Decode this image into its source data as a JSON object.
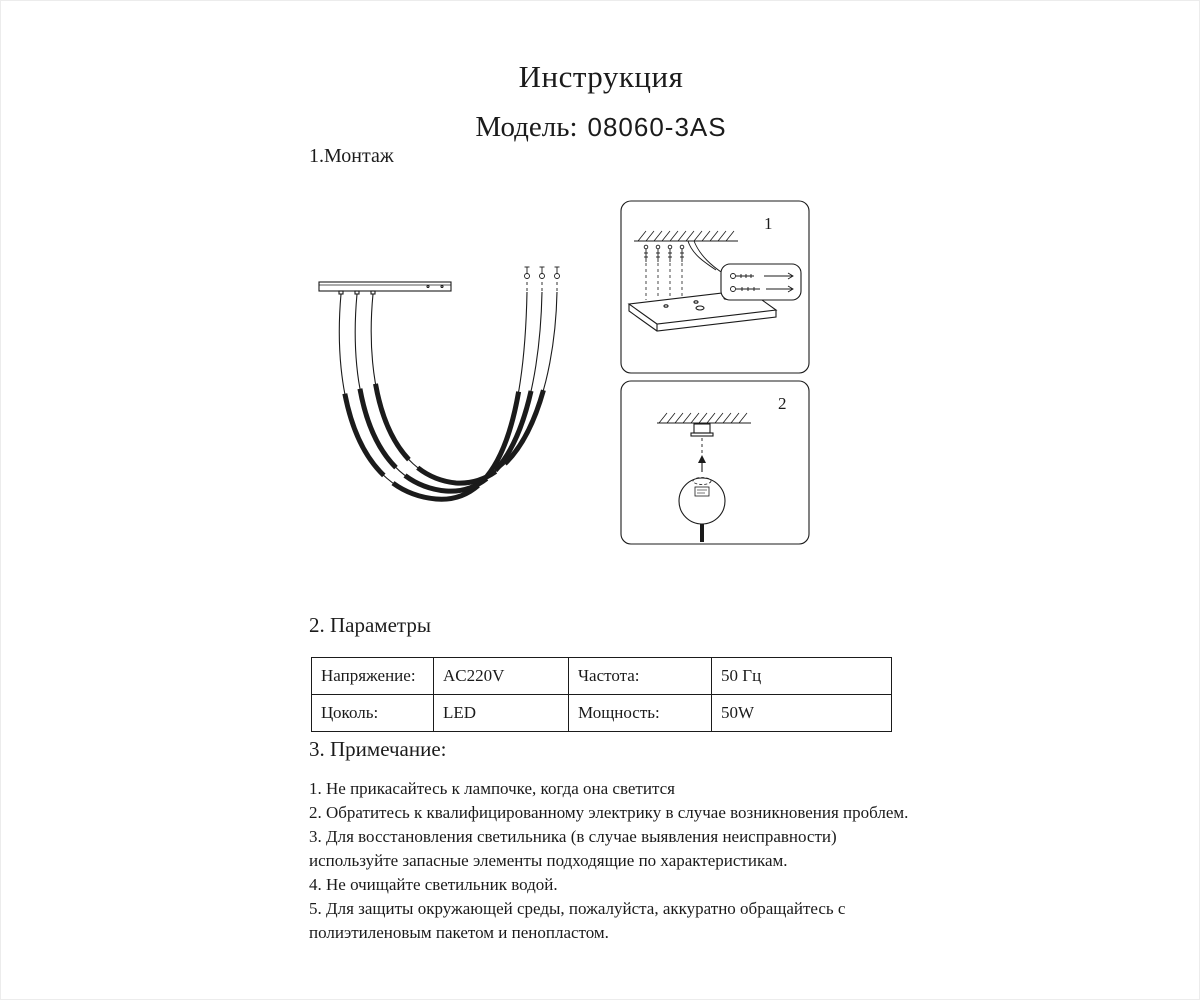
{
  "header": {
    "title": "Инструкция",
    "model_label": "Модель:",
    "model_value": "08060-3AS"
  },
  "sections": {
    "montage_heading": "1.Монтаж",
    "params_heading": "2. Параметры",
    "notes_heading": "3. Примечание:"
  },
  "diagram": {
    "step1_number": "1",
    "step2_number": "2"
  },
  "params_table": {
    "rows": [
      [
        "Напряжение:",
        "AC220V",
        "Частота:",
        "50 Гц"
      ],
      [
        "Цоколь:",
        "LED",
        "Мощность:",
        "50W"
      ]
    ]
  },
  "notes": {
    "items": [
      "1. Не прикасайтесь к лампочке, когда она светится",
      "2. Обратитесь к квалифицированному электрику в случае возникновения проблем.",
      "3. Для восстановления светильника (в случае выявления неисправности) используйте запасные элементы подходящие по характеристикам.",
      "4. Не очищайте светильник водой.",
      "5. Для защиты окружающей среды, пожалуйста, аккуратно обращайтесь с полиэтиленовым пакетом и пенопластом."
    ]
  }
}
